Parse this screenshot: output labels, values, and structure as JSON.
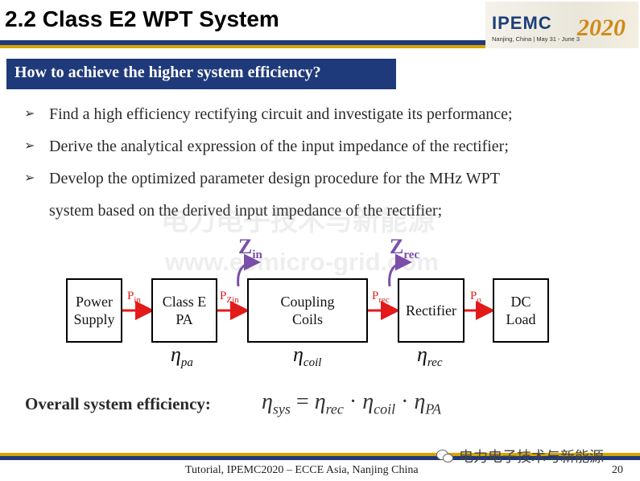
{
  "header": {
    "title": "2.2 Class E2 WPT System",
    "logo_text": "IPEMC",
    "logo_year": "2020",
    "logo_sub": "Nanjing, China | May 31 - June 3",
    "colors": {
      "navy": "#1f3a7a",
      "gold": "#d9a400"
    }
  },
  "question": "How to achieve the higher system efficiency?",
  "bullets": [
    "Find a high efficiency rectifying circuit and investigate its performance;",
    "Derive the analytical expression of the input impedance of the rectifier;",
    "Develop the optimized parameter design procedure for the MHz WPT",
    "system based on the derived input impedance of the rectifier;"
  ],
  "watermarks": {
    "cn": "电力电子技术与新能源",
    "url": "www.eemicro-grid.com"
  },
  "diagram": {
    "blocks": {
      "power_supply": [
        "Power",
        "Supply"
      ],
      "class_e": [
        "Class E",
        "PA"
      ],
      "coupling": [
        "Coupling",
        "Coils"
      ],
      "rectifier": [
        "Rectifier"
      ],
      "dc_load": [
        "DC",
        "Load"
      ]
    },
    "power_labels": {
      "pin_main": "P",
      "pin_sub": "in",
      "pzin_main": "P",
      "pzin_sub": "Zin",
      "prec_main": "P",
      "prec_sub": "rec",
      "po_main": "P",
      "po_sub": "o"
    },
    "impedances": {
      "zin_main": "Z",
      "zin_sub": "in",
      "zrec_main": "Z",
      "zrec_sub": "rec"
    },
    "efficiencies": {
      "symbol": "η",
      "pa": "pa",
      "coil": "coil",
      "rec": "rec"
    },
    "colors": {
      "arrow": "#e21a1a",
      "impedance": "#7b4fa8"
    }
  },
  "overall": {
    "label": "Overall system efficiency:",
    "eta": "η",
    "sys_sub": "sys",
    "equals": "=",
    "rec_sub": "rec",
    "dot": "·",
    "coil_sub": "coil",
    "pa_sub": "PA"
  },
  "footer": {
    "text": "Tutorial, IPEMC2020 – ECCE Asia, Nanjing China",
    "page": "20",
    "wechat": "电力电子技术与新能源"
  }
}
